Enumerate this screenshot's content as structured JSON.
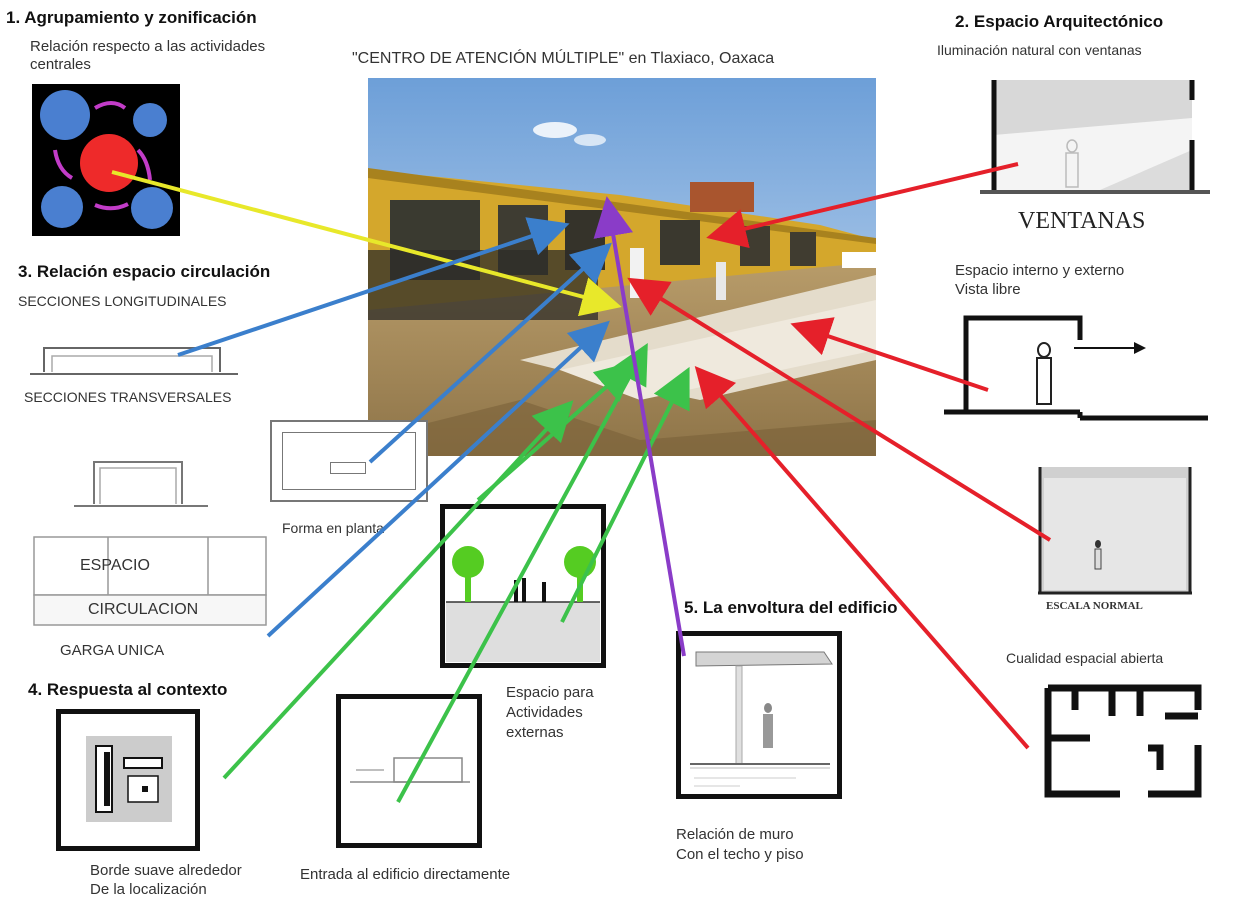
{
  "title": "\"CENTRO DE ATENCIÓN  MÚLTIPLE\"  en Tlaxiaco, Oaxaca",
  "section1": {
    "heading": "1. Agrupamiento y zonificación",
    "subtitle_line1": "Relación respecto a las actividades",
    "subtitle_line2": "centrales"
  },
  "section2": {
    "heading": "2. Espacio Arquitectónico",
    "subtitle": "Iluminación  natural con ventanas",
    "ventanas": "VENTANAS",
    "interior_line1": "Espacio interno y externo",
    "interior_line2": "Vista libre",
    "escala": "ESCALA NORMAL",
    "cualidad": "Cualidad espacial abierta"
  },
  "section3": {
    "heading": "3. Relación  espacio  circulación",
    "longitudinales": "SECCIONES LONGITUDINALES",
    "transversales": "SECCIONES TRANSVERSALES",
    "forma": "Forma en planta",
    "espacio": "ESPACIO",
    "circulacion": "CIRCULACION",
    "crujia": "GARGA UNICA"
  },
  "section4": {
    "heading": "4. Respuesta al contexto",
    "borde_line1": "Borde suave alrededor",
    "borde_line2": "De la localización",
    "entrada": "Entrada al edificio directamente",
    "actividades_line1": "Espacio para",
    "actividades_line2": "Actividades",
    "actividades_line3": "externas"
  },
  "section5": {
    "heading": "5. La envoltura del edificio",
    "relacion_line1": "Relación de muro",
    "relacion_line2": "Con el techo y piso"
  },
  "colors": {
    "yellow": "#e8e82a",
    "blue": "#3b7fcc",
    "red": "#e5202a",
    "green": "#3cc24a",
    "purple": "#8a3cc8",
    "circle_blue": "#4a7fd0",
    "circle_red": "#ee2a2a",
    "tree_green": "#55cc22"
  }
}
